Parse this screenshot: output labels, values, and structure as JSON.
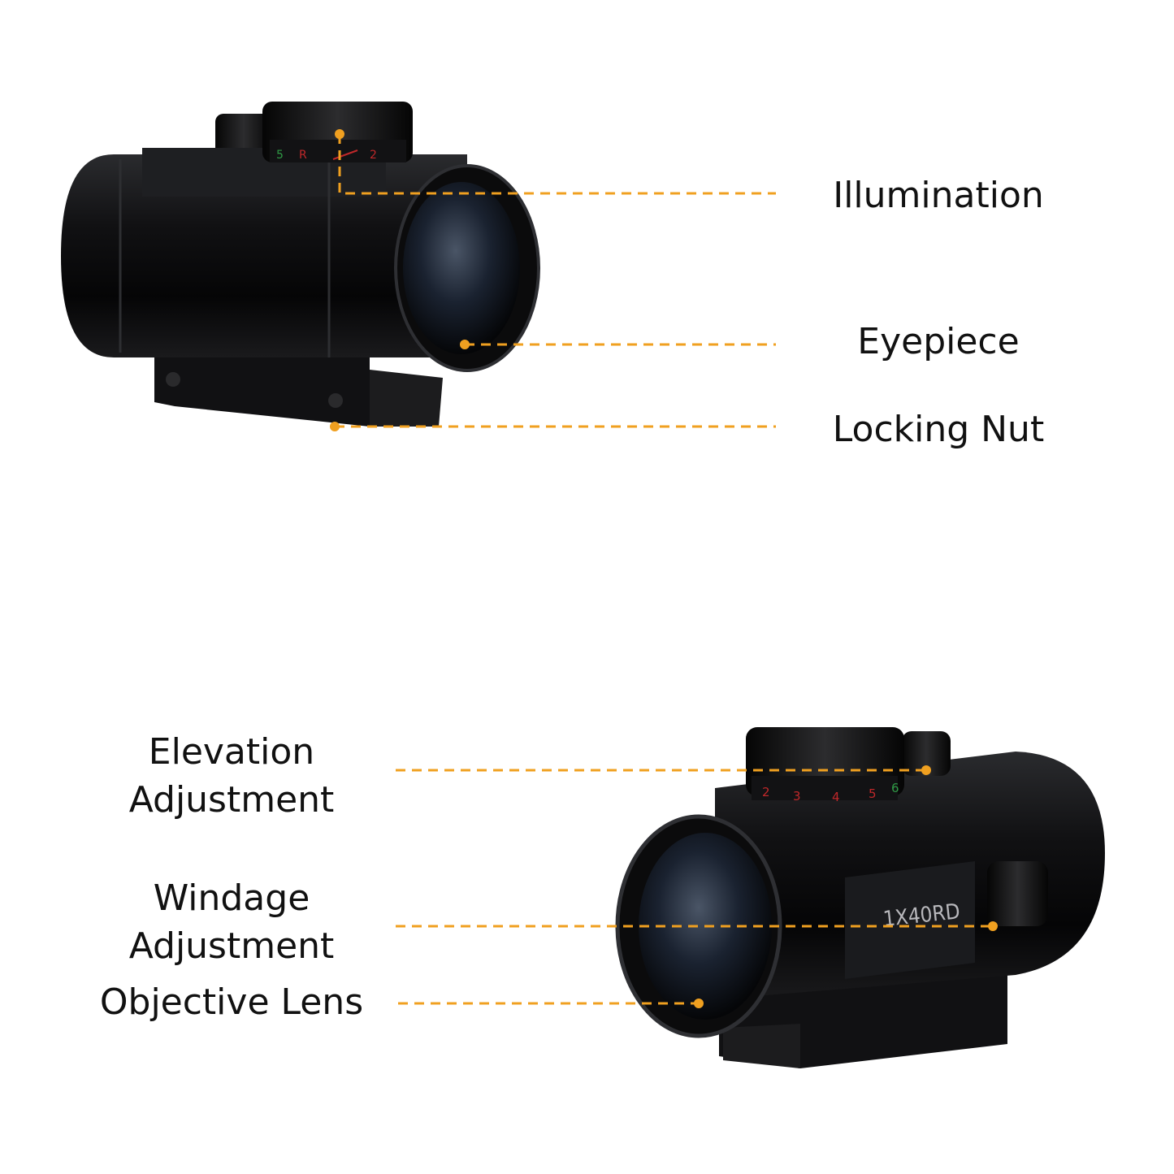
{
  "colors": {
    "background": "#ffffff",
    "leader_line": "#f0a020",
    "label_text": "#111111",
    "scope_body": "#0c0c0d",
    "scale_red": "#c0282a",
    "scale_green": "#2f9a45"
  },
  "top_view": {
    "labels": {
      "illumination": "Illumination",
      "eyepiece": "Eyepiece",
      "locking_nut": "Locking Nut"
    },
    "dial_marks": [
      "5",
      "R",
      "2"
    ]
  },
  "bottom_view": {
    "labels": {
      "elevation_line1": "Elevation",
      "elevation_line2": "Adjustment",
      "windage_line1": "Windage",
      "windage_line2": "Adjustment",
      "objective_lens": "Objective Lens"
    },
    "model_marking": "1X40RD",
    "dial_marks": [
      "2",
      "3",
      "4",
      "5",
      "6"
    ]
  }
}
